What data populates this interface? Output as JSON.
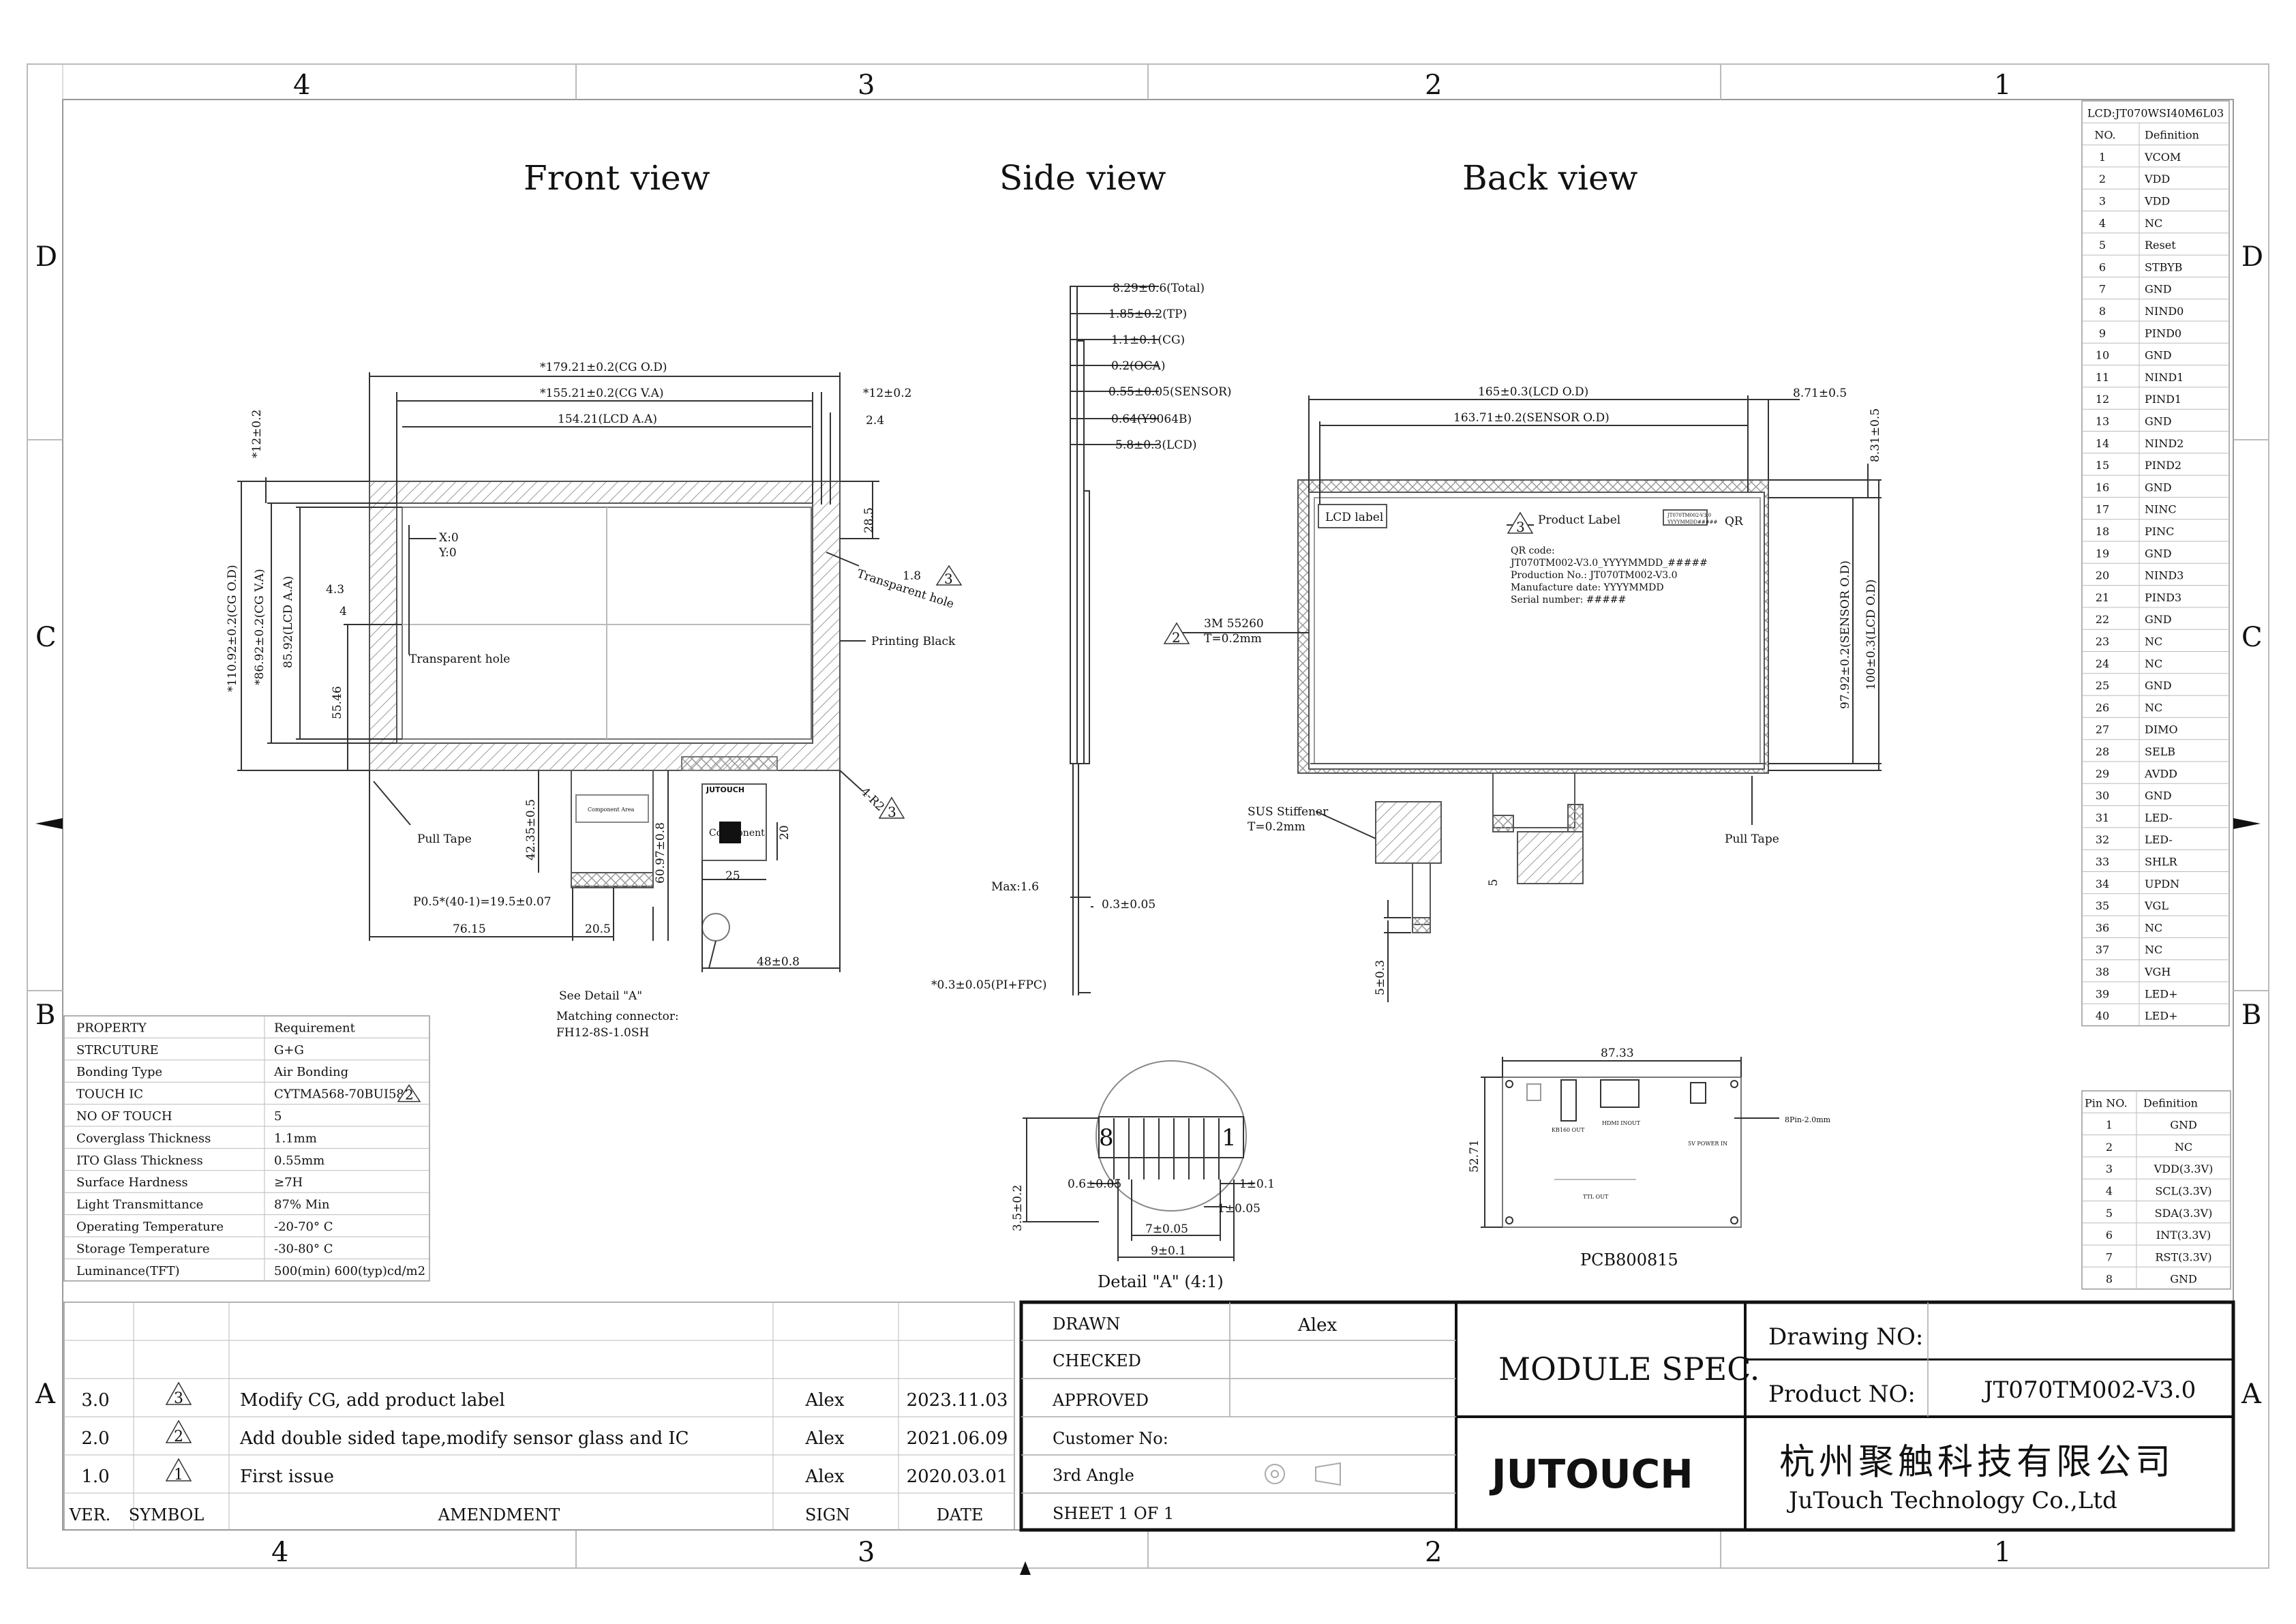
{
  "zone_markers": {
    "top": [
      "4",
      "3",
      "2",
      "1"
    ],
    "bottom": [
      "4",
      "3",
      "2",
      "1"
    ],
    "left": [
      "D",
      "C",
      "B",
      "A"
    ],
    "right": [
      "D",
      "C",
      "B",
      "A"
    ]
  },
  "view_titles": {
    "front": "Front view",
    "side": "Side view",
    "back": "Back view"
  },
  "front_view": {
    "cg_od": "*179.21±0.2(CG O.D)",
    "cg_va": "*155.21±0.2(CG V.A)",
    "lcd_aa": "154.21(LCD A.A)",
    "right_margin": "*12±0.2",
    "dim_2_4": "2.4",
    "top_margin": "*12±0.2",
    "cg_od_v": "*110.92±0.2(CG O.D)",
    "cg_va_v": "*86.92±0.2(CG V.A)",
    "lcd_aa_v": "85.92(LCD A.A)",
    "dim_55_46": "55.46",
    "dim_4_3": "4.3",
    "dim_4": "4",
    "dim_28_5": "28.5",
    "origin_x": "X:0",
    "origin_y": "Y:0",
    "transparent_hole": "Transparent hole",
    "transparent_hole_r": "Transparent hole",
    "dim_1_8": "1.8",
    "rev3_a": "3",
    "printing_black": "Printing Black",
    "r2": "4-R2",
    "rev3_b": "3",
    "pull_tape": "Pull Tape",
    "dim_42_35": "42.35±0.5",
    "dim_60_97": "60.97±0.8",
    "dim_20": "20",
    "dim_25": "25",
    "pitch": "P0.5*(40-1)=19.5±0.07",
    "dim_76_15": "76.15",
    "dim_20_5": "20.5",
    "dim_48": "48±0.8",
    "see_detail": "See Detail \"A\"",
    "matching_connector": "Matching connector:",
    "connector_part": "FH12-8S-1.0SH",
    "logo_small": "JUTOUCH",
    "component_area": "Component Area",
    "component": "Component"
  },
  "side_view": {
    "labels": [
      "8.29±0.6(Total)",
      "1.85±0.2(TP)",
      "1.1±0.1(CG)",
      "0.2(OCA)",
      "0.55±0.05(SENSOR)",
      "0.64(Y9064B)",
      "5.8±0.3(LCD)"
    ],
    "max": "Max:1.6",
    "dim_0_3": "0.3±0.05",
    "pi_fpc": "*0.3±0.05(PI+FPC)"
  },
  "back_view": {
    "lcd_od": "165±0.3(LCD O.D)",
    "sensor_od": "163.71±0.2(SENSOR O.D)",
    "dim_8_71": "8.71±0.5",
    "dim_8_31": "8.31±0.5",
    "sensor_od_v": "97.92±0.2(SENSOR O.D)",
    "lcd_od_v": "100±0.3(LCD O.D)",
    "lcd_label": "LCD label",
    "rev3": "3",
    "product_label": "Product Label",
    "qr": "QR",
    "qr_code": "QR code:",
    "qr_value": "JT070TM002-V3.0_YYYYMMDD_#####",
    "production_no": "Production No.: JT070TM002-V3.0",
    "manufacture_date": "Manufacture date: YYYYMMDD",
    "serial_number": "Serial number: #####",
    "label_line1": "JT070TM002-V3.0",
    "label_line2": "YYYYMMDD#####",
    "rev2": "2",
    "tape": "3M 55260",
    "tape_t": "T=0.2mm",
    "stiffener": "SUS Stiffener",
    "stiffener_t": "T=0.2mm",
    "pull_tape": "Pull Tape",
    "dim_5": "5",
    "dim_5_0_3": "5±0.3"
  },
  "detail": {
    "pin8": "8",
    "pin1": "1",
    "dim_0_6": "0.6±0.05",
    "dim_1_0_1": "1±0.1",
    "dim_1_0_05": "1±0.05",
    "dim_3_5": "3.5±0.2",
    "dim_7": "7±0.05",
    "dim_9": "9±0.1",
    "caption": "Detail \"A\" (4:1)"
  },
  "pcb": {
    "width": "87.33",
    "height": "52.71",
    "pin_label": "8Pin-2.0mm",
    "hdmi": "HDMI INOUT",
    "kb": "KB160 OUT",
    "power": "5V POWER IN",
    "ttl": "TTL OUT",
    "name": "PCB800815"
  },
  "lcd_pin_table": {
    "title": "LCD:JT070WSI40M6L03",
    "headers": [
      "NO.",
      "Definition"
    ],
    "rows": [
      [
        "1",
        "VCOM"
      ],
      [
        "2",
        "VDD"
      ],
      [
        "3",
        "VDD"
      ],
      [
        "4",
        "NC"
      ],
      [
        "5",
        "Reset"
      ],
      [
        "6",
        "STBYB"
      ],
      [
        "7",
        "GND"
      ],
      [
        "8",
        "NIND0"
      ],
      [
        "9",
        "PIND0"
      ],
      [
        "10",
        "GND"
      ],
      [
        "11",
        "NIND1"
      ],
      [
        "12",
        "PIND1"
      ],
      [
        "13",
        "GND"
      ],
      [
        "14",
        "NIND2"
      ],
      [
        "15",
        "PIND2"
      ],
      [
        "16",
        "GND"
      ],
      [
        "17",
        "NINC"
      ],
      [
        "18",
        "PINC"
      ],
      [
        "19",
        "GND"
      ],
      [
        "20",
        "NIND3"
      ],
      [
        "21",
        "PIND3"
      ],
      [
        "22",
        "GND"
      ],
      [
        "23",
        "NC"
      ],
      [
        "24",
        "NC"
      ],
      [
        "25",
        "GND"
      ],
      [
        "26",
        "NC"
      ],
      [
        "27",
        "DIMO"
      ],
      [
        "28",
        "SELB"
      ],
      [
        "29",
        "AVDD"
      ],
      [
        "30",
        "GND"
      ],
      [
        "31",
        "LED-"
      ],
      [
        "32",
        "LED-"
      ],
      [
        "33",
        "SHLR"
      ],
      [
        "34",
        "UPDN"
      ],
      [
        "35",
        "VGL"
      ],
      [
        "36",
        "NC"
      ],
      [
        "37",
        "NC"
      ],
      [
        "38",
        "VGH"
      ],
      [
        "39",
        "LED+"
      ],
      [
        "40",
        "LED+"
      ]
    ]
  },
  "connector_pin_table": {
    "headers": [
      "Pin NO.",
      "Definition"
    ],
    "rows": [
      [
        "1",
        "GND"
      ],
      [
        "2",
        "NC"
      ],
      [
        "3",
        "VDD(3.3V)"
      ],
      [
        "4",
        "SCL(3.3V)"
      ],
      [
        "5",
        "SDA(3.3V)"
      ],
      [
        "6",
        "INT(3.3V)"
      ],
      [
        "7",
        "RST(3.3V)"
      ],
      [
        "8",
        "GND"
      ]
    ]
  },
  "property_table": {
    "headers": [
      "PROPERTY",
      "Requirement"
    ],
    "rows": [
      [
        "STRCUTURE",
        "G+G"
      ],
      [
        "Bonding Type",
        "Air Bonding"
      ],
      [
        "TOUCH IC",
        "CYTMA568-70BUI58"
      ],
      [
        "NO OF TOUCH",
        "5"
      ],
      [
        "Coverglass Thickness",
        "1.1mm"
      ],
      [
        "ITO Glass Thickness",
        "0.55mm"
      ],
      [
        "Surface Hardness",
        "≥7H"
      ],
      [
        "Light Transmittance",
        "87% Min"
      ],
      [
        "Operating Temperature",
        "-20-70° C"
      ],
      [
        "Storage Temperature",
        "-30-80° C"
      ],
      [
        "Luminance(TFT)",
        "500(min) 600(typ)cd/m2"
      ]
    ],
    "touch_ic_rev": "2"
  },
  "revision_table": {
    "headers": [
      "VER.",
      "SYMBOL",
      "AMENDMENT",
      "SIGN",
      "DATE"
    ],
    "rows": [
      [
        "3.0",
        "3",
        "Modify CG, add product label",
        "Alex",
        "2023.11.03"
      ],
      [
        "2.0",
        "2",
        "Add double sided tape,modify sensor glass and IC",
        "Alex",
        "2021.06.09"
      ],
      [
        "1.0",
        "1",
        "First issue",
        "Alex",
        "2020.03.01"
      ]
    ]
  },
  "title_block": {
    "drawn_label": "DRAWN",
    "drawn_value": "Alex",
    "checked_label": "CHECKED",
    "approved_label": "APPROVED",
    "customer_label": "Customer No:",
    "angle_label": "3rd Angle",
    "sheet_label": "SHEET  1  OF  1",
    "module_spec": "MODULE SPEC.",
    "drawing_no_label": "Drawing NO:",
    "product_no_label": "Product NO:",
    "product_no_value": "JT070TM002-V3.0",
    "logo": "JUTOUCH",
    "company_cn": "杭州聚触科技有限公司",
    "company_en": "JuTouch Technology Co.,Ltd"
  }
}
